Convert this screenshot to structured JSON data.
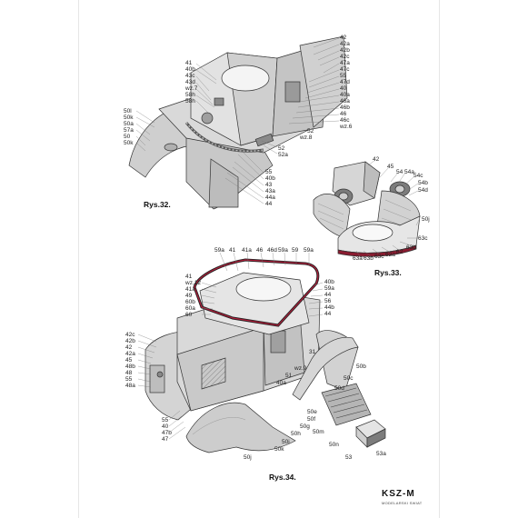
{
  "figures": [
    {
      "caption": "Rys.32.",
      "labels": [
        "41",
        "40b",
        "43c",
        "43d",
        "wz.7",
        "58h",
        "58h",
        "50l",
        "50k",
        "50a",
        "57a",
        "50",
        "50k",
        "42",
        "42a",
        "42b",
        "42c",
        "47a",
        "47c",
        "55",
        "47d",
        "40",
        "40a",
        "46a",
        "46b",
        "46",
        "46c",
        "wz.6",
        "52",
        "wz.8",
        "52",
        "52a",
        "55",
        "40b",
        "43",
        "43a",
        "44a",
        "44"
      ]
    },
    {
      "caption": "Rys.33.",
      "labels": [
        "42",
        "45",
        "54",
        "54a",
        "54c",
        "54b",
        "54d",
        "50j",
        "63c",
        "63b",
        "62",
        "62a",
        "63c",
        "63b",
        "63a"
      ]
    },
    {
      "caption": "Rys.34.",
      "labels": [
        "59a",
        "41",
        "41a",
        "46",
        "46d",
        "59a",
        "59",
        "59a",
        "41",
        "wz.12",
        "41a",
        "49",
        "60b",
        "60a",
        "60",
        "40b",
        "59a",
        "44",
        "56",
        "44b",
        "44",
        "42c",
        "42b",
        "42",
        "42a",
        "45",
        "48b",
        "48",
        "55",
        "48a",
        "31",
        "wz.9",
        "51",
        "40a",
        "50b",
        "50c",
        "50d",
        "50e",
        "50f",
        "50g",
        "50h",
        "50i",
        "50k",
        "50m",
        "50n",
        "53",
        "53a",
        "55",
        "40",
        "47b",
        "47",
        "50j"
      ]
    }
  ],
  "brand": {
    "logo": "KSZ-M",
    "subtitle": "MODELARSKI SWIAT"
  },
  "colors": {
    "line": "#333333",
    "fill_light": "#d9d9d9",
    "fill_mid": "#bdbdbd",
    "fill_dark": "#7a7a7a",
    "frame": "#b01e3a"
  }
}
